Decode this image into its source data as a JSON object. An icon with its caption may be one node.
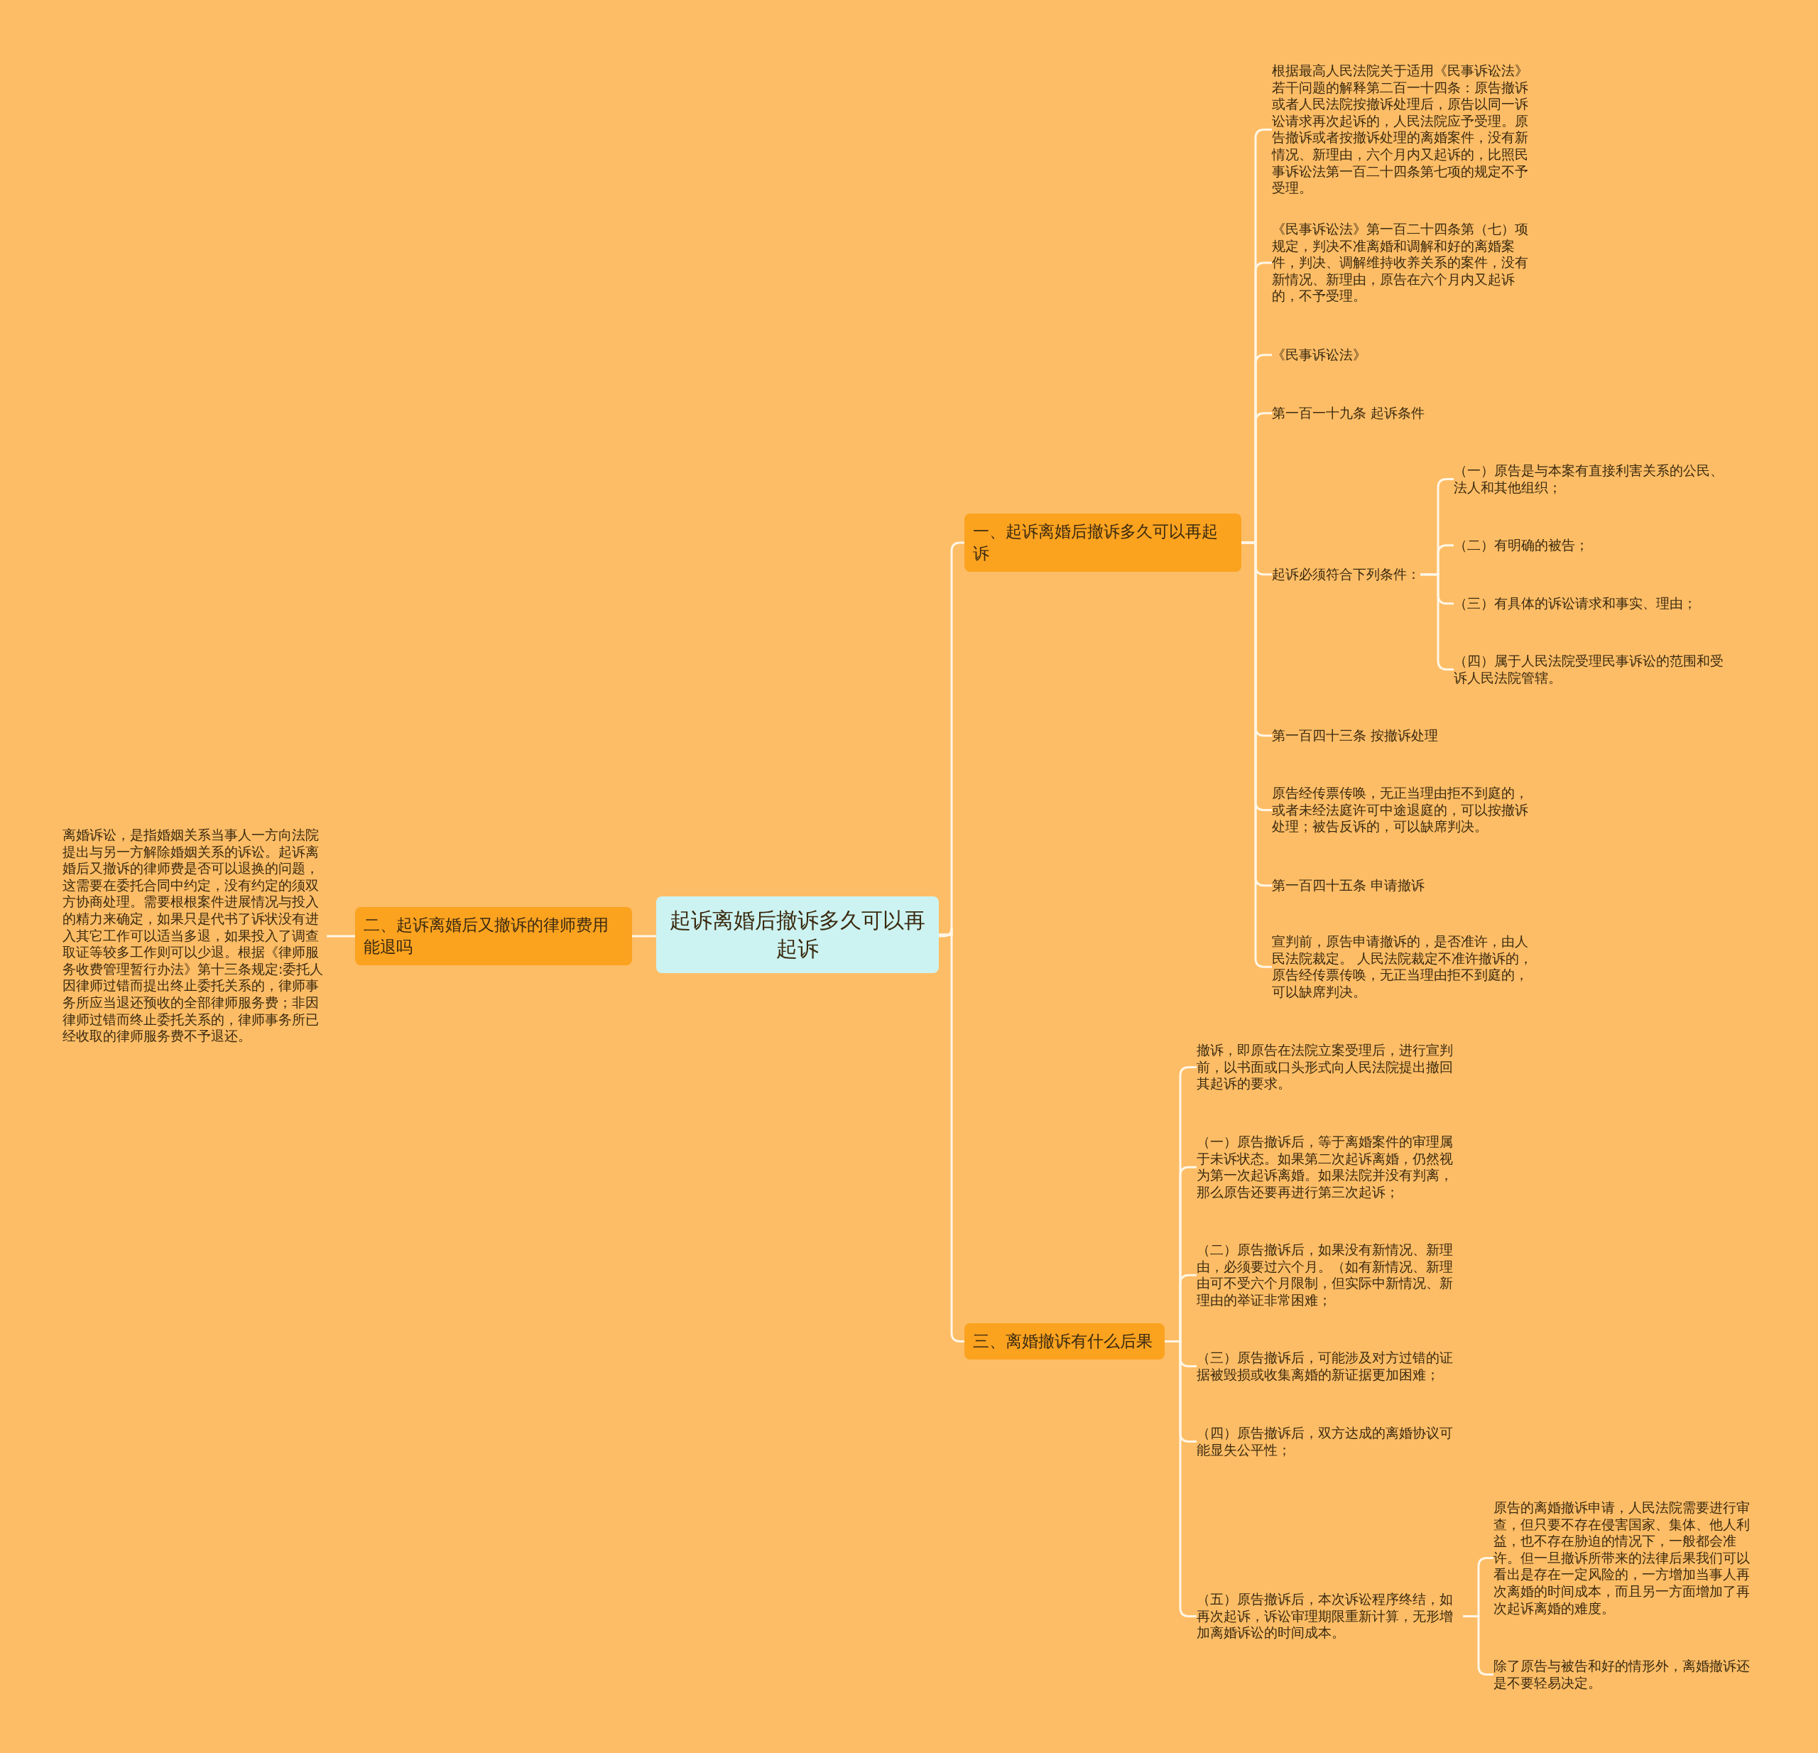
{
  "diagram": {
    "nodes": [
      {
        "text": [
          "起诉离婚后撤诉多久可以再起诉"
        ]
      },
      {
        "text": [
          "一、起诉离婚后撤诉多久可以再起诉"
        ]
      },
      {
        "text": [
          "根据最高人民法院关于适用《民事诉讼法》若干问题的解释第二百一十四条：原告撤诉或者人民法院按撤诉处理后，原告以同一诉讼请求再次起诉的，人民法院应予受理。原告撤诉或者按撤诉处理的离婚案件，没有新情况、新理由，六个月内又起诉的，比照民事诉讼法第一百二十四条第七项的规定不予受理。"
        ]
      },
      {
        "text": [
          "《民事诉讼法》第一百二十四条第（七）项规定，判决不准离婚和调解和好的离婚案件，判决、调解维持收养关系的案件，没有新情况、新理由，原告在六个月内又起诉的，不予受理。"
        ]
      },
      {
        "text": [
          "《民事诉讼法》"
        ]
      },
      {
        "text": [
          "第一百一十九条 起诉条件"
        ]
      },
      {
        "text": [
          "起诉必须符合下列条件："
        ]
      },
      {
        "text": [
          "（一）原告是与本案有直接利害关系的公民、法人和其他组织；"
        ]
      },
      {
        "text": [
          "（二）有明确的被告；"
        ]
      },
      {
        "text": [
          "（三）有具体的诉讼请求和事实、理由；"
        ]
      },
      {
        "text": [
          "（四）属于人民法院受理民事诉讼的范围和受诉人民法院管辖。"
        ]
      },
      {
        "text": [
          "第一百四十三条 按撤诉处理"
        ]
      },
      {
        "text": [
          "原告经传票传唤，无正当理由拒不到庭的，或者未经法庭许可中途退庭的，可以按撤诉处理；被告反诉的，可以缺席判决。"
        ]
      },
      {
        "text": [
          "第一百四十五条 申请撤诉"
        ]
      },
      {
        "text": [
          "宣判前，原告申请撤诉的，是否准许，由人民法院裁定。 人民法院裁定不准许撤诉的，原告经传票传唤，无正当理由拒不到庭的，可以缺席判决。"
        ]
      },
      {
        "text": [
          "二、起诉离婚后又撤诉的律师费用能退吗"
        ]
      },
      {
        "text": [
          "离婚诉讼，是指婚姻关系当事人一方向法院提出与另一方解除婚姻关系的诉讼。起诉离婚后又撤诉的律师费是否可以退换的问题，这需要在委托合同中约定，没有约定的须双方协商处理。需要根根案件进展情况与投入的精力来确定，如果只是代书了诉状没有进入其它工作可以适当多退，如果投入了调查取证等较多工作则可以少退。根据《律师服务收费管理暂行办法》第十三条规定:委托人因律师过错而提出终止委托关系的，律师事务所应当退还预收的全部律师服务费；非因律师过错而终止委托关系的，律师事务所已经收取的律师服务费不予退还。"
        ]
      },
      {
        "text": [
          "三、离婚撤诉有什么后果"
        ]
      },
      {
        "text": [
          "撤诉，即原告在法院立案受理后，进行宣判前，以书面或口头形式向人民法院提出撤回其起诉的要求。"
        ]
      },
      {
        "text": [
          "（一）原告撤诉后，等于离婚案件的审理属于未诉状态。如果第二次起诉离婚，仍然视为第一次起诉离婚。如果法院并没有判离，那么原告还要再进行第三次起诉；"
        ]
      },
      {
        "text": [
          "（二）原告撤诉后，如果没有新情况、新理由，必须要过六个月。（如有新情况、新理由可不受六个月限制，但实际中新情况、新理由的举证非常困难；"
        ]
      },
      {
        "text": [
          "（三）原告撤诉后，可能涉及对方过错的证据被毁损或收集离婚的新证据更加困难；"
        ]
      },
      {
        "text": [
          "（四）原告撤诉后，双方达成的离婚协议可能显失公平性；"
        ]
      },
      {
        "text": [
          "（五）原告撤诉后，本次诉讼程序终结，如再次起诉，诉讼审理期限重新计算，无形增加离婚诉讼的时间成本。"
        ]
      },
      {
        "text": [
          "原告的离婚撤诉申请，人民法院需要进行审查，但只要不存在侵害国家、集体、他人利益，也不存在胁迫的情况下，一般都会准许。但一旦撤诉所带来的法律后果我们可以看出是存在一定风险的，一方增加当事人再次离婚的时间成本，而且另一方面增加了再次起诉离婚的难度。"
        ]
      },
      {
        "text": [
          "除了原告与被告和好的情形外，离婚撤诉还是不要轻易决定。"
        ]
      }
    ],
    "edges": [
      {
        "from": 0,
        "to": 1,
        "arrow": "none"
      },
      {
        "from": 0,
        "to": 15,
        "arrow": "none"
      },
      {
        "from": 0,
        "to": 17,
        "arrow": "none"
      },
      {
        "from": 1,
        "to": 2,
        "arrow": "none"
      },
      {
        "from": 1,
        "to": 3,
        "arrow": "none"
      },
      {
        "from": 1,
        "to": 4,
        "arrow": "none"
      },
      {
        "from": 1,
        "to": 5,
        "arrow": "none"
      },
      {
        "from": 1,
        "to": 6,
        "arrow": "none"
      },
      {
        "from": 6,
        "to": 7,
        "arrow": "none"
      },
      {
        "from": 6,
        "to": 8,
        "arrow": "none"
      },
      {
        "from": 6,
        "to": 9,
        "arrow": "none"
      },
      {
        "from": 6,
        "to": 10,
        "arrow": "none"
      },
      {
        "from": 1,
        "to": 11,
        "arrow": "none"
      },
      {
        "from": 1,
        "to": 12,
        "arrow": "none"
      },
      {
        "from": 1,
        "to": 13,
        "arrow": "none"
      },
      {
        "from": 1,
        "to": 14,
        "arrow": "none"
      },
      {
        "from": 15,
        "to": 16,
        "arrow": "none"
      },
      {
        "from": 17,
        "to": 18,
        "arrow": "none"
      },
      {
        "from": 17,
        "to": 19,
        "arrow": "none"
      },
      {
        "from": 17,
        "to": 20,
        "arrow": "none"
      },
      {
        "from": 17,
        "to": 21,
        "arrow": "none"
      },
      {
        "from": 17,
        "to": 22,
        "arrow": "none"
      },
      {
        "from": 17,
        "to": 23,
        "arrow": "none"
      },
      {
        "from": 23,
        "to": 24,
        "arrow": "none"
      },
      {
        "from": 23,
        "to": 25,
        "arrow": "none"
      }
    ]
  }
}
